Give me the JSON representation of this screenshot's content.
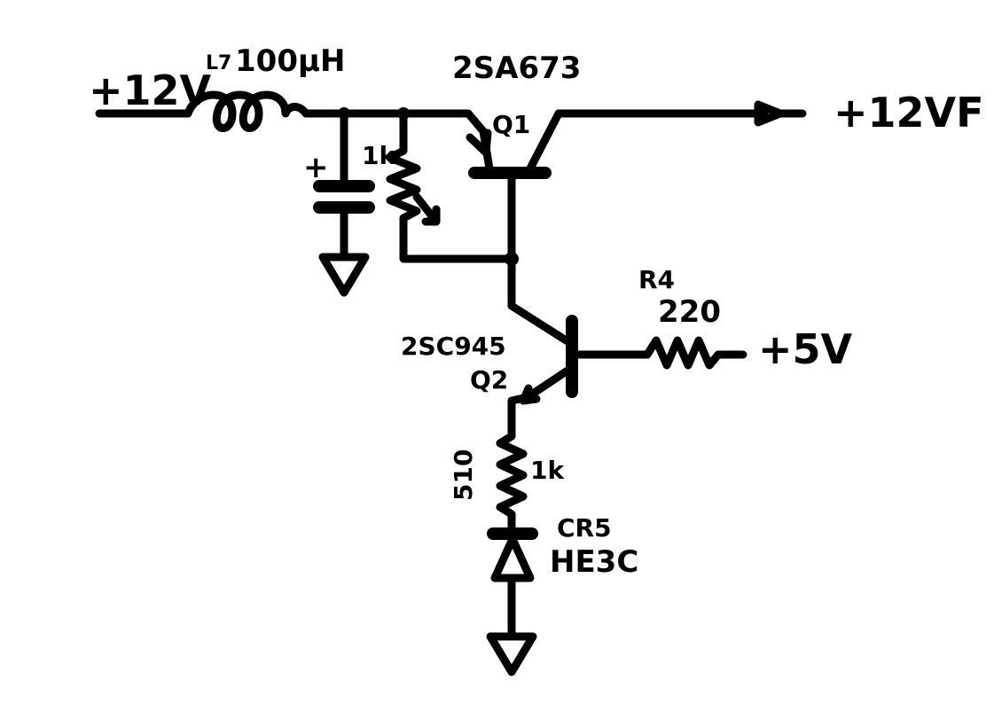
{
  "labels": {
    "input_voltage": "+12V",
    "inductor_ref": "L7",
    "inductor_value": "100µH",
    "capacitor_polarity": "+",
    "resistor_r1_value": "1k",
    "q1_part": "2SA673",
    "q1_ref": "Q1",
    "output_voltage": "+12VF",
    "r4_ref": "R4",
    "r4_value": "220",
    "base_voltage": "+5V",
    "q2_part": "2SC945",
    "q2_ref": "Q2",
    "emitter_resistor_ref": "510",
    "emitter_resistor_value": "1k",
    "diode_ref": "CR5",
    "diode_part": "HE3C"
  }
}
